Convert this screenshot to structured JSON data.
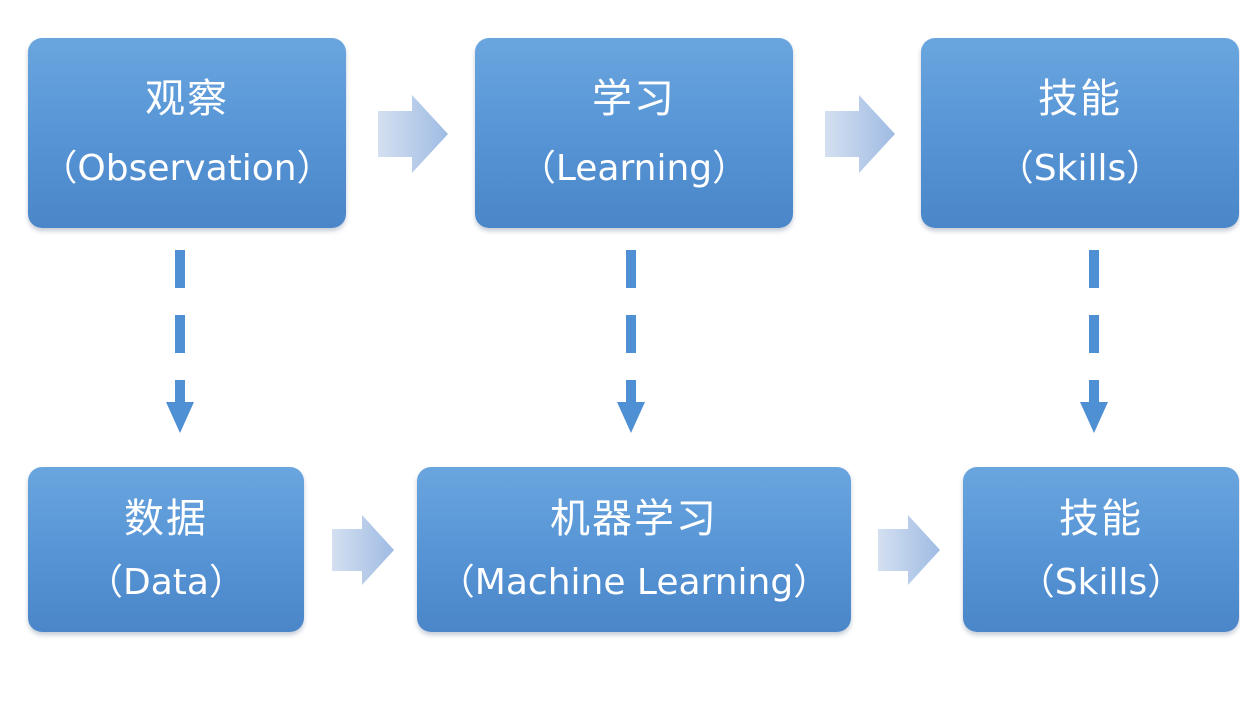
{
  "diagram": {
    "top_row": [
      {
        "id": "observation",
        "zh": "观察",
        "en": "（Observation）"
      },
      {
        "id": "learning",
        "zh": "学习",
        "en": "（Learning）"
      },
      {
        "id": "skills",
        "zh": "技能",
        "en": "（Skills）"
      }
    ],
    "bottom_row": [
      {
        "id": "data",
        "zh": "数据",
        "en": "（Data）"
      },
      {
        "id": "machine-learning",
        "zh": "机器学习",
        "en": "（Machine Learning）"
      },
      {
        "id": "skills",
        "zh": "技能",
        "en": "（Skills）"
      }
    ],
    "flows": [
      {
        "from": "观察",
        "to": "学习",
        "style": "solid-block-arrow"
      },
      {
        "from": "学习",
        "to": "技能",
        "style": "solid-block-arrow"
      },
      {
        "from": "数据",
        "to": "机器学习",
        "style": "solid-block-arrow"
      },
      {
        "from": "机器学习",
        "to": "技能",
        "style": "solid-block-arrow"
      },
      {
        "from": "观察",
        "to": "数据",
        "style": "dashed-arrow"
      },
      {
        "from": "学习",
        "to": "机器学习",
        "style": "dashed-arrow"
      },
      {
        "from": "技能",
        "to": "技能",
        "style": "dashed-arrow"
      }
    ],
    "colors": {
      "box_top": "#6aa5de",
      "box_bottom": "#4a86c8",
      "dashed_arrow": "#4f8fd4",
      "block_arrow_light": "#cfdcef",
      "block_arrow_dark": "#9fbbe3"
    }
  }
}
